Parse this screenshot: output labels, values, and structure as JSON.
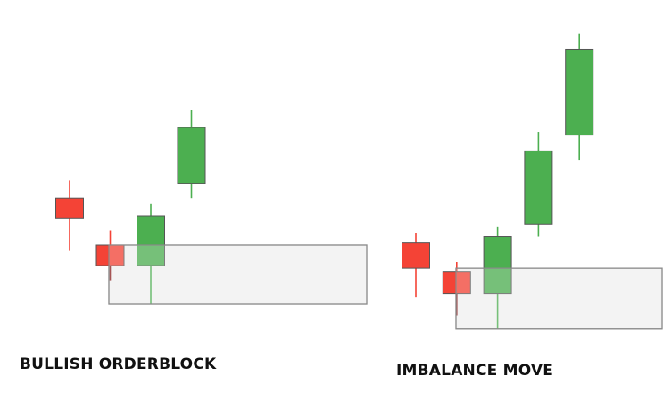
{
  "captions": {
    "left": "BULLISH ORDERBLOCK",
    "right": "IMBALANCE MOVE"
  },
  "colors": {
    "bull": "#4caf50",
    "bear": "#f44336",
    "bear_dark": "#8b1f1f",
    "zone_fill": "#f3f3f3",
    "zone_stroke": "#8a8a8a",
    "candle_stroke": "#555555"
  },
  "diagrams": [
    {
      "name": "bullish-orderblock",
      "price_range": [
        0,
        100
      ],
      "zone": {
        "low": 10,
        "high": 30
      },
      "candles": [
        {
          "type": "bear",
          "open": 46,
          "close": 39,
          "high": 52,
          "low": 28
        },
        {
          "type": "bear",
          "open": 30,
          "close": 23,
          "high": 35,
          "low": 18
        },
        {
          "type": "bull",
          "open": 23,
          "close": 40,
          "high": 44,
          "low": 10
        },
        {
          "type": "bull",
          "open": 51,
          "close": 70,
          "high": 76,
          "low": 46
        }
      ]
    },
    {
      "name": "imbalance-move",
      "price_range": [
        0,
        100
      ],
      "zone": {
        "low": 4,
        "high": 23
      },
      "candles": [
        {
          "type": "bear",
          "open": 31,
          "close": 23,
          "high": 34,
          "low": 14
        },
        {
          "type": "bear",
          "open": 22,
          "close": 15,
          "high": 25,
          "low": 8
        },
        {
          "type": "bull",
          "open": 15,
          "close": 33,
          "high": 36,
          "low": 4
        },
        {
          "type": "bull",
          "open": 37,
          "close": 60,
          "high": 66,
          "low": 33
        },
        {
          "type": "bull",
          "open": 65,
          "close": 92,
          "high": 97,
          "low": 57
        }
      ]
    }
  ]
}
